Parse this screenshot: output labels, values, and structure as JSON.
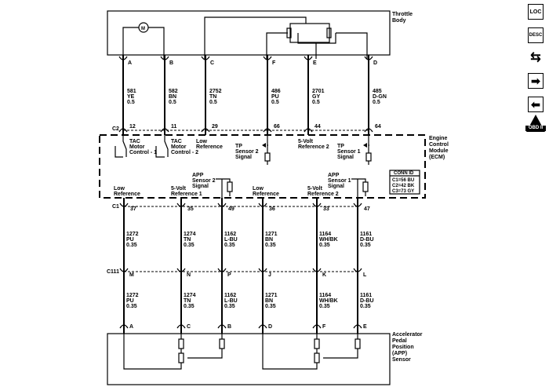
{
  "throttle_body": {
    "label1": "Throttle",
    "label2": "Body",
    "pins": [
      "A",
      "B",
      "C",
      "F",
      "E",
      "D"
    ]
  },
  "upper_wires": [
    {
      "circuit": "581",
      "color": "YE",
      "gauge": "0.5",
      "ecm_pin": "12"
    },
    {
      "circuit": "582",
      "color": "BN",
      "gauge": "0.5",
      "ecm_pin": "11"
    },
    {
      "circuit": "2752",
      "color": "TN",
      "gauge": "0.5",
      "ecm_pin": "29"
    },
    {
      "circuit": "486",
      "color": "PU",
      "gauge": "0.5",
      "ecm_pin": "66"
    },
    {
      "circuit": "2701",
      "color": "GY",
      "gauge": "0.5",
      "ecm_pin": "44"
    },
    {
      "circuit": "485",
      "color": "D-GN",
      "gauge": "0.5",
      "ecm_pin": "64"
    }
  ],
  "ecm": {
    "label": [
      "Engine",
      "Control",
      "Module",
      "(ECM)"
    ],
    "c2": "C2",
    "c1": "C1",
    "upper_funcs": [
      [
        "TAC",
        "Motor",
        "Control - 1"
      ],
      [
        "TAC",
        "Motor",
        "Control - 2"
      ],
      [
        "Low",
        "Reference"
      ],
      [
        "TP",
        "Sensor 2",
        "Signal"
      ],
      [
        "5-Volt",
        "Reference 2"
      ],
      [
        "TP",
        "Sensor 1",
        "Signal"
      ]
    ],
    "lower_funcs": [
      [
        "Low",
        "Reference"
      ],
      [
        "5-Volt",
        "Reference 1"
      ],
      [
        "APP",
        "Sensor 2",
        "Signal"
      ],
      [
        "Low",
        "Reference"
      ],
      [
        "5-Volt",
        "Reference 2"
      ],
      [
        "APP",
        "Sensor 1",
        "Signal"
      ]
    ],
    "conn_id": {
      "title": "CONN ID",
      "lines": [
        "C1=56 BU",
        "C2=42 BK",
        "C3=73 GY"
      ]
    }
  },
  "lower_wires": [
    {
      "circuit": "1272",
      "color": "PU",
      "gauge": "0.35",
      "ecm_pin": "37",
      "c111_pin": "M",
      "app_pin": "A"
    },
    {
      "circuit": "1274",
      "color": "TN",
      "gauge": "0.35",
      "ecm_pin": "35",
      "c111_pin": "N",
      "app_pin": "C"
    },
    {
      "circuit": "1162",
      "color": "L-BU",
      "gauge": "0.35",
      "ecm_pin": "49",
      "c111_pin": "P",
      "app_pin": "B"
    },
    {
      "circuit": "1271",
      "color": "BN",
      "gauge": "0.35",
      "ecm_pin": "36",
      "c111_pin": "J",
      "app_pin": "D"
    },
    {
      "circuit": "1164",
      "color": "WH/BK",
      "gauge": "0.35",
      "ecm_pin": "33",
      "c111_pin": "K",
      "app_pin": "F"
    },
    {
      "circuit": "1161",
      "color": "D-BU",
      "gauge": "0.35",
      "ecm_pin": "47",
      "c111_pin": "L",
      "app_pin": "E"
    }
  ],
  "c111": "C111",
  "app": {
    "label": [
      "Accelerator",
      "Pedal",
      "Position",
      "(APP)",
      "Sensor"
    ]
  },
  "motor_symbol": "M",
  "nav_icons": {
    "loc": "LOC",
    "desc": "DESC",
    "obd": "OBD II"
  }
}
